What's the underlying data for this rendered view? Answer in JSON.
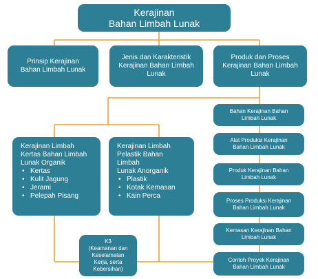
{
  "root": {
    "line1": "Kerajinan",
    "line2": "Bahan Limbah Lunak"
  },
  "level1": {
    "prinsip": {
      "line1": "Prinsip Kerajinan",
      "line2": "Bahan Limbah Lunak"
    },
    "jenis": {
      "line1": "Jenis dan Karakteristik",
      "line2": "Kerajinan Bahan Limbah",
      "line3": "Lunak"
    },
    "produk": {
      "line1": "Produk dan Proses",
      "line2": "Kerajinan Bahan Limbah",
      "line3": "Lunak"
    }
  },
  "organik": {
    "title1": "Kerajinan Limbah",
    "title2": "Kertas Bahan Limbah",
    "title3": "Lunak Organik",
    "items": [
      "Kertas",
      "Kulit Jagung",
      "Jerami",
      "Pelepah Pisang"
    ]
  },
  "anorganik": {
    "title1": "Kerajinan Limbah",
    "title2": "Pelastik Bahan Limbah",
    "title3": "Lunak Anorganik",
    "items": [
      "Plastik",
      "Kotak Kemasan",
      "Kain Perca"
    ]
  },
  "k3": {
    "line1": "K3",
    "line2": "(Keamanan dan",
    "line3": "Keselamatan",
    "line4": "Kerja, serta",
    "line5": "Kebersihan)"
  },
  "right_column": [
    {
      "line1": "Bahan Kerajinan Bahan",
      "line2": "Limbah Lunak"
    },
    {
      "line1": "Alat Produksi Kerajinan",
      "line2": "Bahan Limbah Lunak"
    },
    {
      "line1": "Produk Kerajinan Bahan",
      "line2": "Limbah Lunak"
    },
    {
      "line1": "Proses  Produksi Kerajinan",
      "line2": "Bahan Limbah Lunak"
    },
    {
      "line1": "Kemasan  Kerajinan Bahan",
      "line2": "Limbah Lunak"
    },
    {
      "line1": "Contoh Proyek Kerajinan",
      "line2": "Bahan Limbah Lunak"
    }
  ],
  "colors": {
    "box_fill": "#2d7f96",
    "connector": "#f0a030",
    "text": "#ffffff"
  }
}
